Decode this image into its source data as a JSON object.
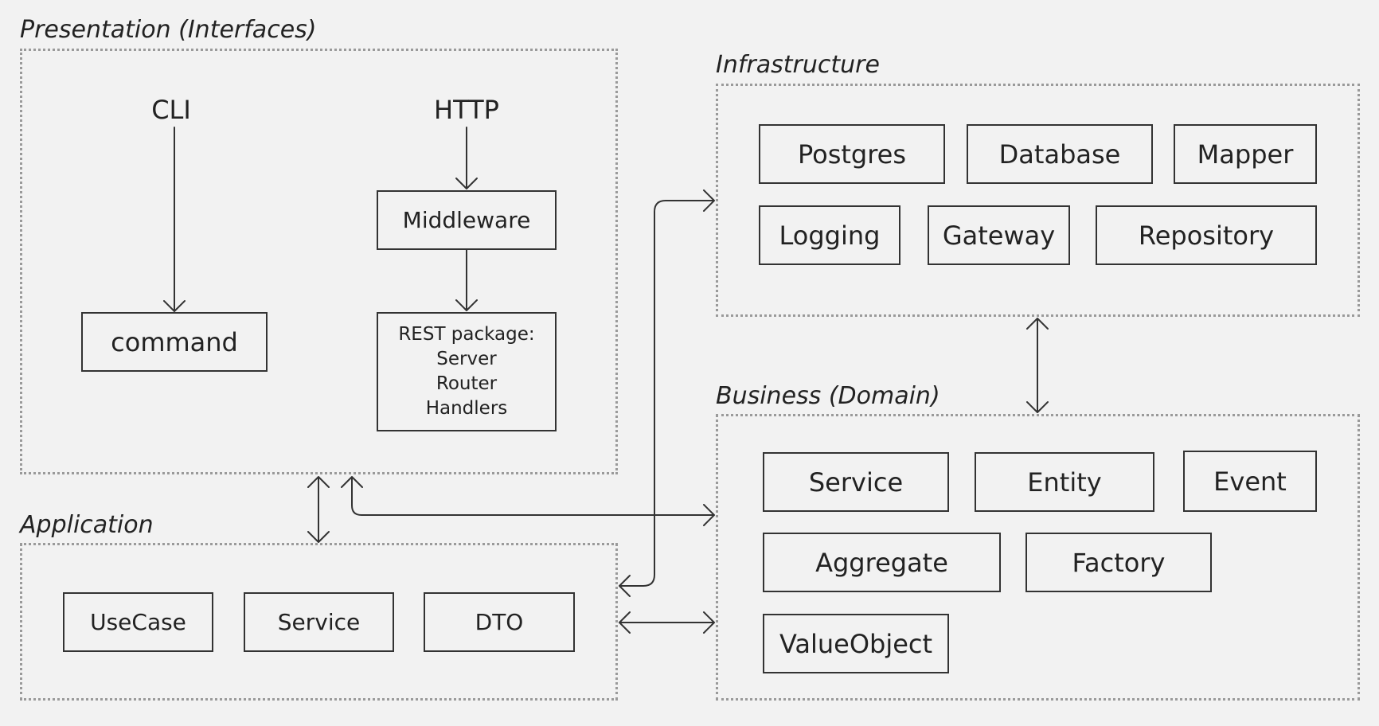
{
  "presentation": {
    "title": "Presentation (Interfaces)",
    "cli": "CLI",
    "http": "HTTP",
    "command": "command",
    "middleware": "Middleware",
    "rest": [
      "REST package:",
      "Server",
      "Router",
      "Handlers"
    ]
  },
  "application": {
    "title": "Application",
    "items": [
      "UseCase",
      "Service",
      "DTO"
    ]
  },
  "infrastructure": {
    "title": "Infrastructure",
    "items": [
      "Postgres",
      "Database",
      "Mapper",
      "Logging",
      "Gateway",
      "Repository"
    ]
  },
  "business": {
    "title": "Business (Domain)",
    "items": [
      "Service",
      "Entity",
      "Event",
      "Aggregate",
      "Factory",
      "ValueObject"
    ]
  },
  "colors": {
    "background": "#f2f2f2",
    "stroke": "#333333",
    "dotted_border": "#9a9a9a"
  }
}
